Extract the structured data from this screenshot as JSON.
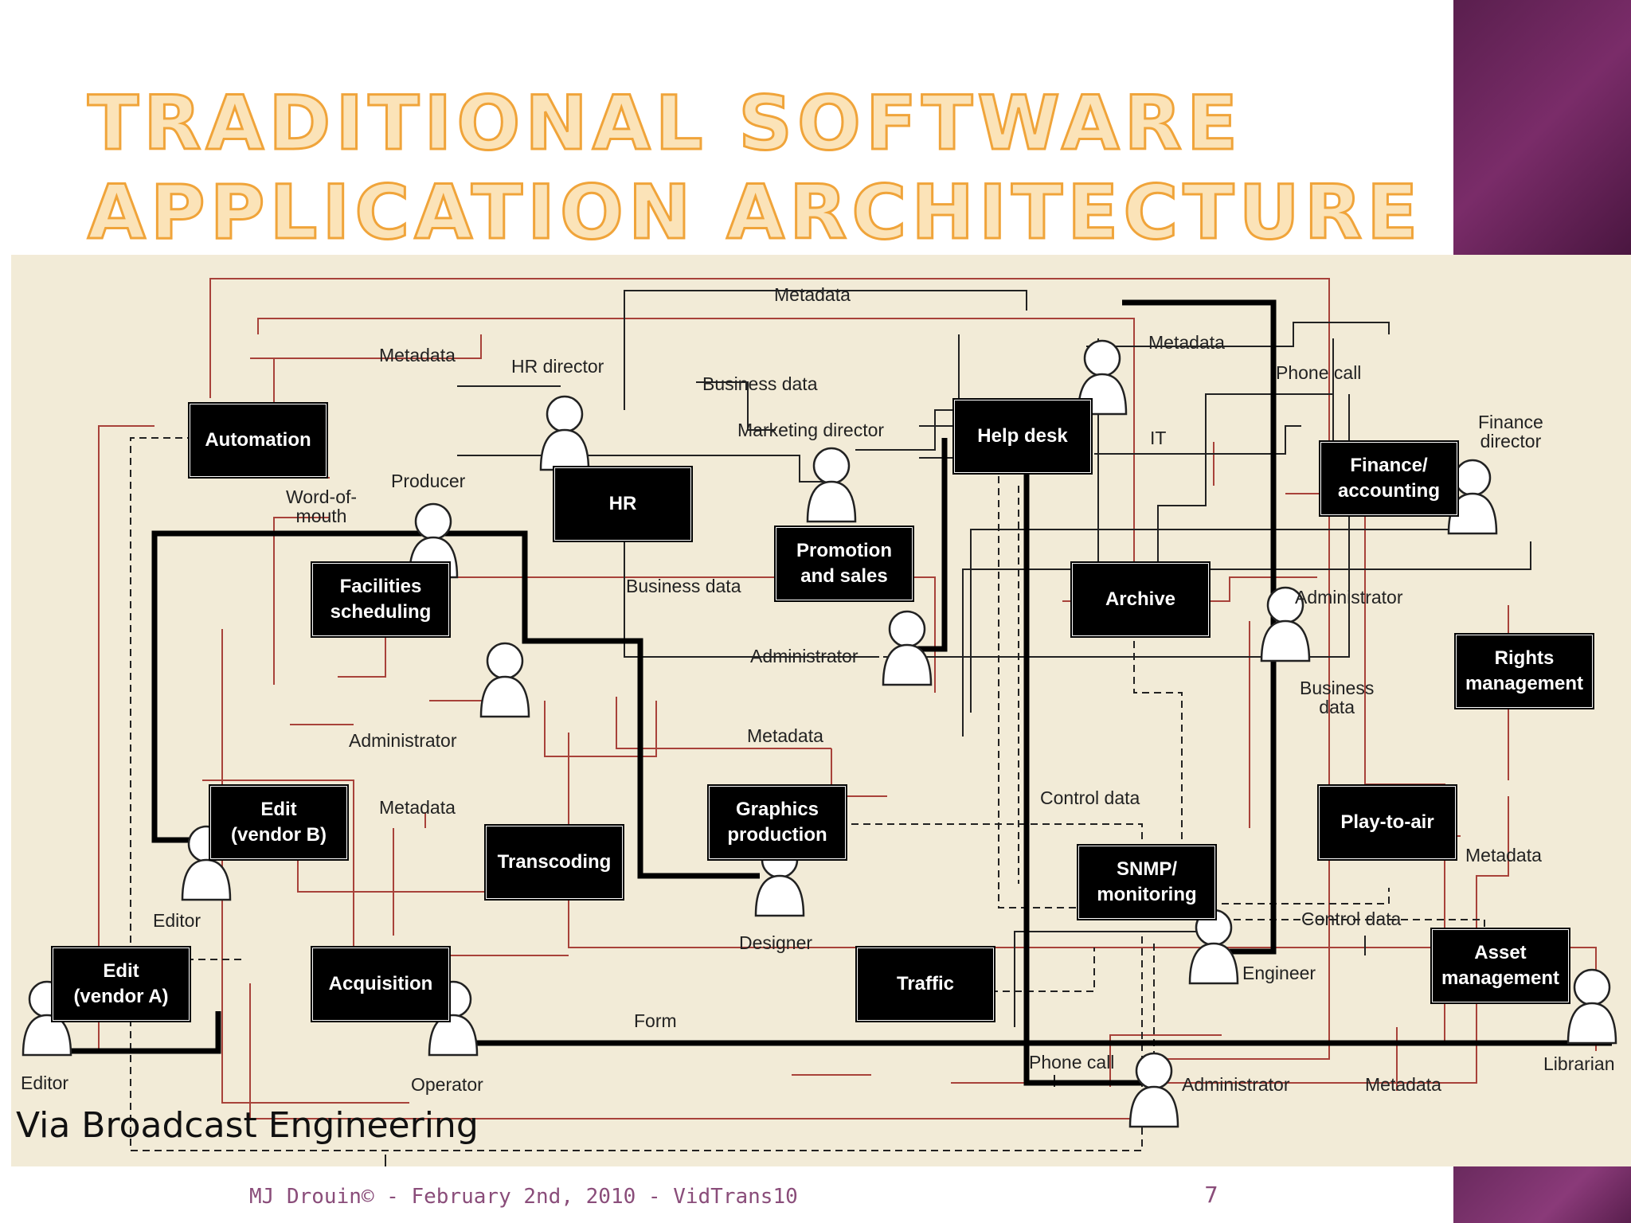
{
  "title": {
    "line1": "Traditional Software",
    "line2": "Application Architecture"
  },
  "caption": "Via Broadcast Engineering",
  "footer": "MJ Drouin© - February 2nd, 2010 - VidTrans10",
  "page_number": "7",
  "nodes": {
    "automation": "Automation",
    "hr": "HR",
    "help_desk": "Help desk",
    "finance": "Finance/\naccounting",
    "promotion": "Promotion\nand sales",
    "facilities": "Facilities\nscheduling",
    "archive": "Archive",
    "rights": "Rights\nmanagement",
    "edit_b": "Edit\n(vendor B)",
    "transcoding": "Transcoding",
    "graphics": "Graphics\nproduction",
    "snmp": "SNMP/\nmonitoring",
    "play_to_air": "Play-to-air",
    "edit_a": "Edit\n(vendor A)",
    "acquisition": "Acquisition",
    "traffic": "Traffic",
    "asset": "Asset\nmanagement"
  },
  "labels": {
    "metadata_top": "Metadata",
    "metadata_left": "Metadata",
    "metadata_right": "Metadata",
    "hr_director": "HR director",
    "business_data_top": "Business data",
    "phone_call_top": "Phone call",
    "finance_director": "Finance\ndirector",
    "marketing_director": "Marketing director",
    "it": "IT",
    "producer": "Producer",
    "word_of_mouth": "Word-of-\nmouth",
    "business_data_mid": "Business data",
    "administrator_archive": "Administrator",
    "administrator_center": "Administrator",
    "business_data_right": "Business\ndata",
    "administrator_left": "Administrator",
    "metadata_center": "Metadata",
    "control_data_center": "Control data",
    "metadata_edit": "Metadata",
    "metadata_play": "Metadata",
    "editor_b": "Editor",
    "control_data_right": "Control data",
    "designer": "Designer",
    "engineer": "Engineer",
    "form": "Form",
    "phone_call_bottom": "Phone call",
    "librarian": "Librarian",
    "editor_a": "Editor",
    "operator": "Operator",
    "administrator_bottom": "Administrator",
    "metadata_bottom": "Metadata"
  },
  "colors": {
    "line_red": "#a8423a",
    "line_black": "#000000",
    "panel": "#f2ebd7",
    "title_stroke": "#f0a43a"
  }
}
